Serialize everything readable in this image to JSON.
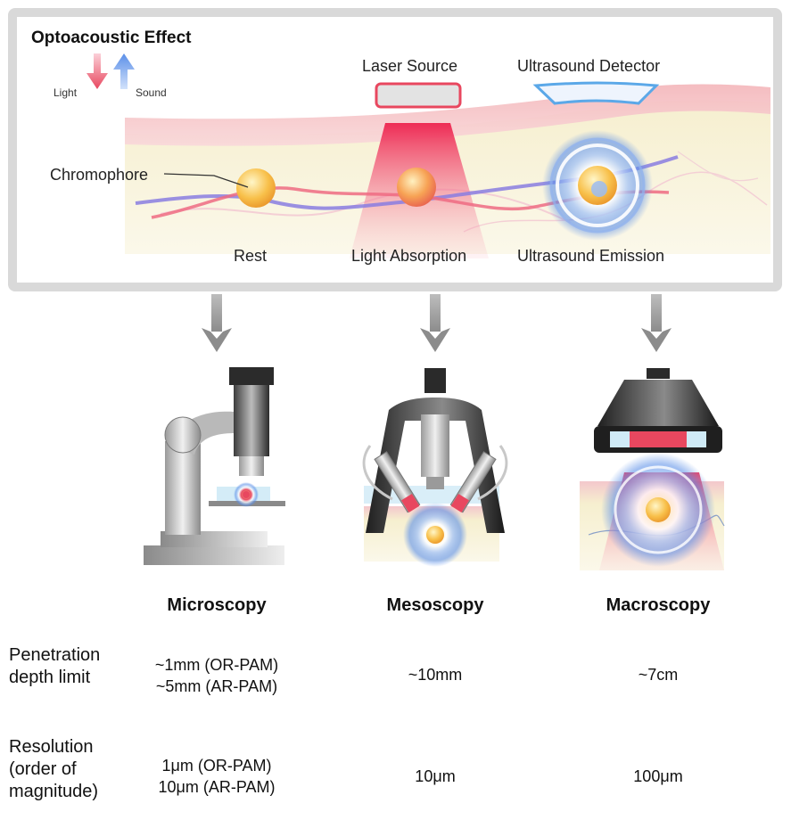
{
  "effect": {
    "title": "Optoacoustic Effect",
    "light_label": "Light",
    "sound_label": "Sound",
    "laser_label": "Laser Source",
    "detector_label": "Ultrasound Detector",
    "chromophore_label": "Chromophore",
    "stages": [
      "Rest",
      "Light Absorption",
      "Ultrasound Emission"
    ],
    "colors": {
      "light": "#e8475f",
      "sound": "#5b8fe8",
      "frame": "#d9d9d9"
    }
  },
  "modalities": [
    "Microscopy",
    "Mesoscopy",
    "Macroscopy"
  ],
  "rows": [
    {
      "header": [
        "Penetration",
        "depth limit"
      ],
      "values": [
        [
          "~1mm (OR-PAM)",
          "~5mm (AR-PAM)"
        ],
        [
          "~10mm"
        ],
        [
          "~7cm"
        ]
      ]
    },
    {
      "header": [
        "Resolution",
        "(order of",
        "magnitude)"
      ],
      "values": [
        [
          "1μm (OR-PAM)",
          "10μm (AR-PAM)"
        ],
        [
          "10μm"
        ],
        [
          "100μm"
        ]
      ]
    }
  ]
}
